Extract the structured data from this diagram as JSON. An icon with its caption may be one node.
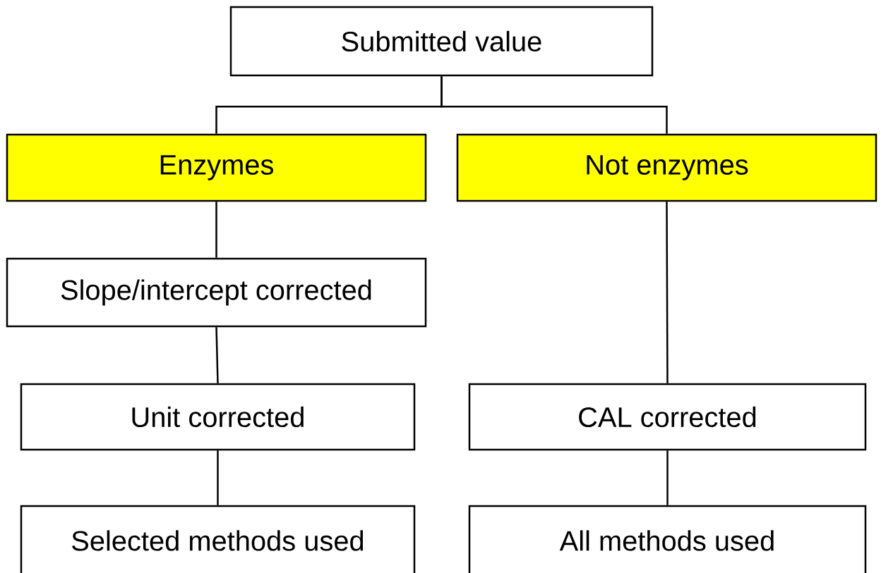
{
  "diagram": {
    "nodes": [
      {
        "text": [
          "Submitted value"
        ]
      },
      {
        "text": [
          "Enzymes"
        ]
      },
      {
        "text": [
          "Not enzymes"
        ]
      },
      {
        "text": [
          "Slope/intercept corrected"
        ]
      },
      {
        "text": [
          "Unit corrected"
        ]
      },
      {
        "text": [
          "CAL corrected"
        ]
      },
      {
        "text": [
          "Selected methods used"
        ]
      },
      {
        "text": [
          "All methods used"
        ]
      }
    ],
    "edges": [
      {
        "from": 0,
        "to": 1,
        "arrow": "none"
      },
      {
        "from": 0,
        "to": 2,
        "arrow": "none"
      },
      {
        "from": 1,
        "to": 3,
        "arrow": "none"
      },
      {
        "from": 3,
        "to": 4,
        "arrow": "none"
      },
      {
        "from": 4,
        "to": 6,
        "arrow": "none"
      },
      {
        "from": 2,
        "to": 5,
        "arrow": "none"
      },
      {
        "from": 5,
        "to": 7,
        "arrow": "none"
      }
    ]
  }
}
